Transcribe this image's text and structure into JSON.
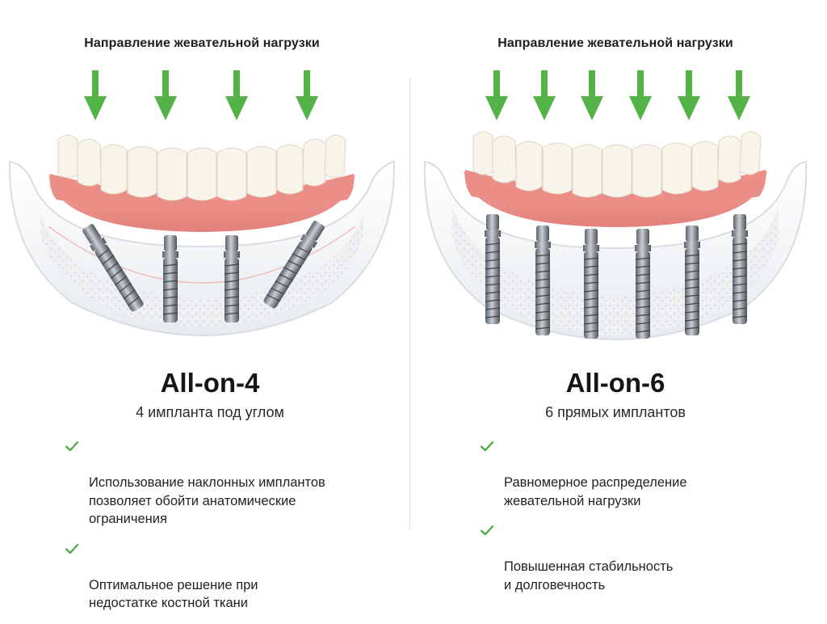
{
  "colors": {
    "arrow": "#53b347",
    "check": "#4aa83e",
    "gum": "#ee8f8a",
    "tooth": "#f8f4ea",
    "implant": "#8a8f96"
  },
  "panels": [
    {
      "id": "all-on-4",
      "load_label": "Направление жевательной нагрузки",
      "title": "All-on-4",
      "subtitle": "4 импланта под углом",
      "arrow_count": 4,
      "implant_count": 4,
      "implant_angle": "tilted",
      "benefits": [
        "Использование наклонных имплантов\nпозволяет обойти анатомические\nограничения",
        "Оптимальное решение при\nнедостатке костной ткани"
      ]
    },
    {
      "id": "all-on-6",
      "load_label": "Направление жевательной нагрузки",
      "title": "All-on-6",
      "subtitle": "6 прямых имплантов",
      "arrow_count": 6,
      "implant_count": 6,
      "implant_angle": "straight",
      "benefits": [
        "Равномерное распределение\nжевательной нагрузки",
        "Повышенная стабильность\nи долговечность"
      ]
    }
  ]
}
